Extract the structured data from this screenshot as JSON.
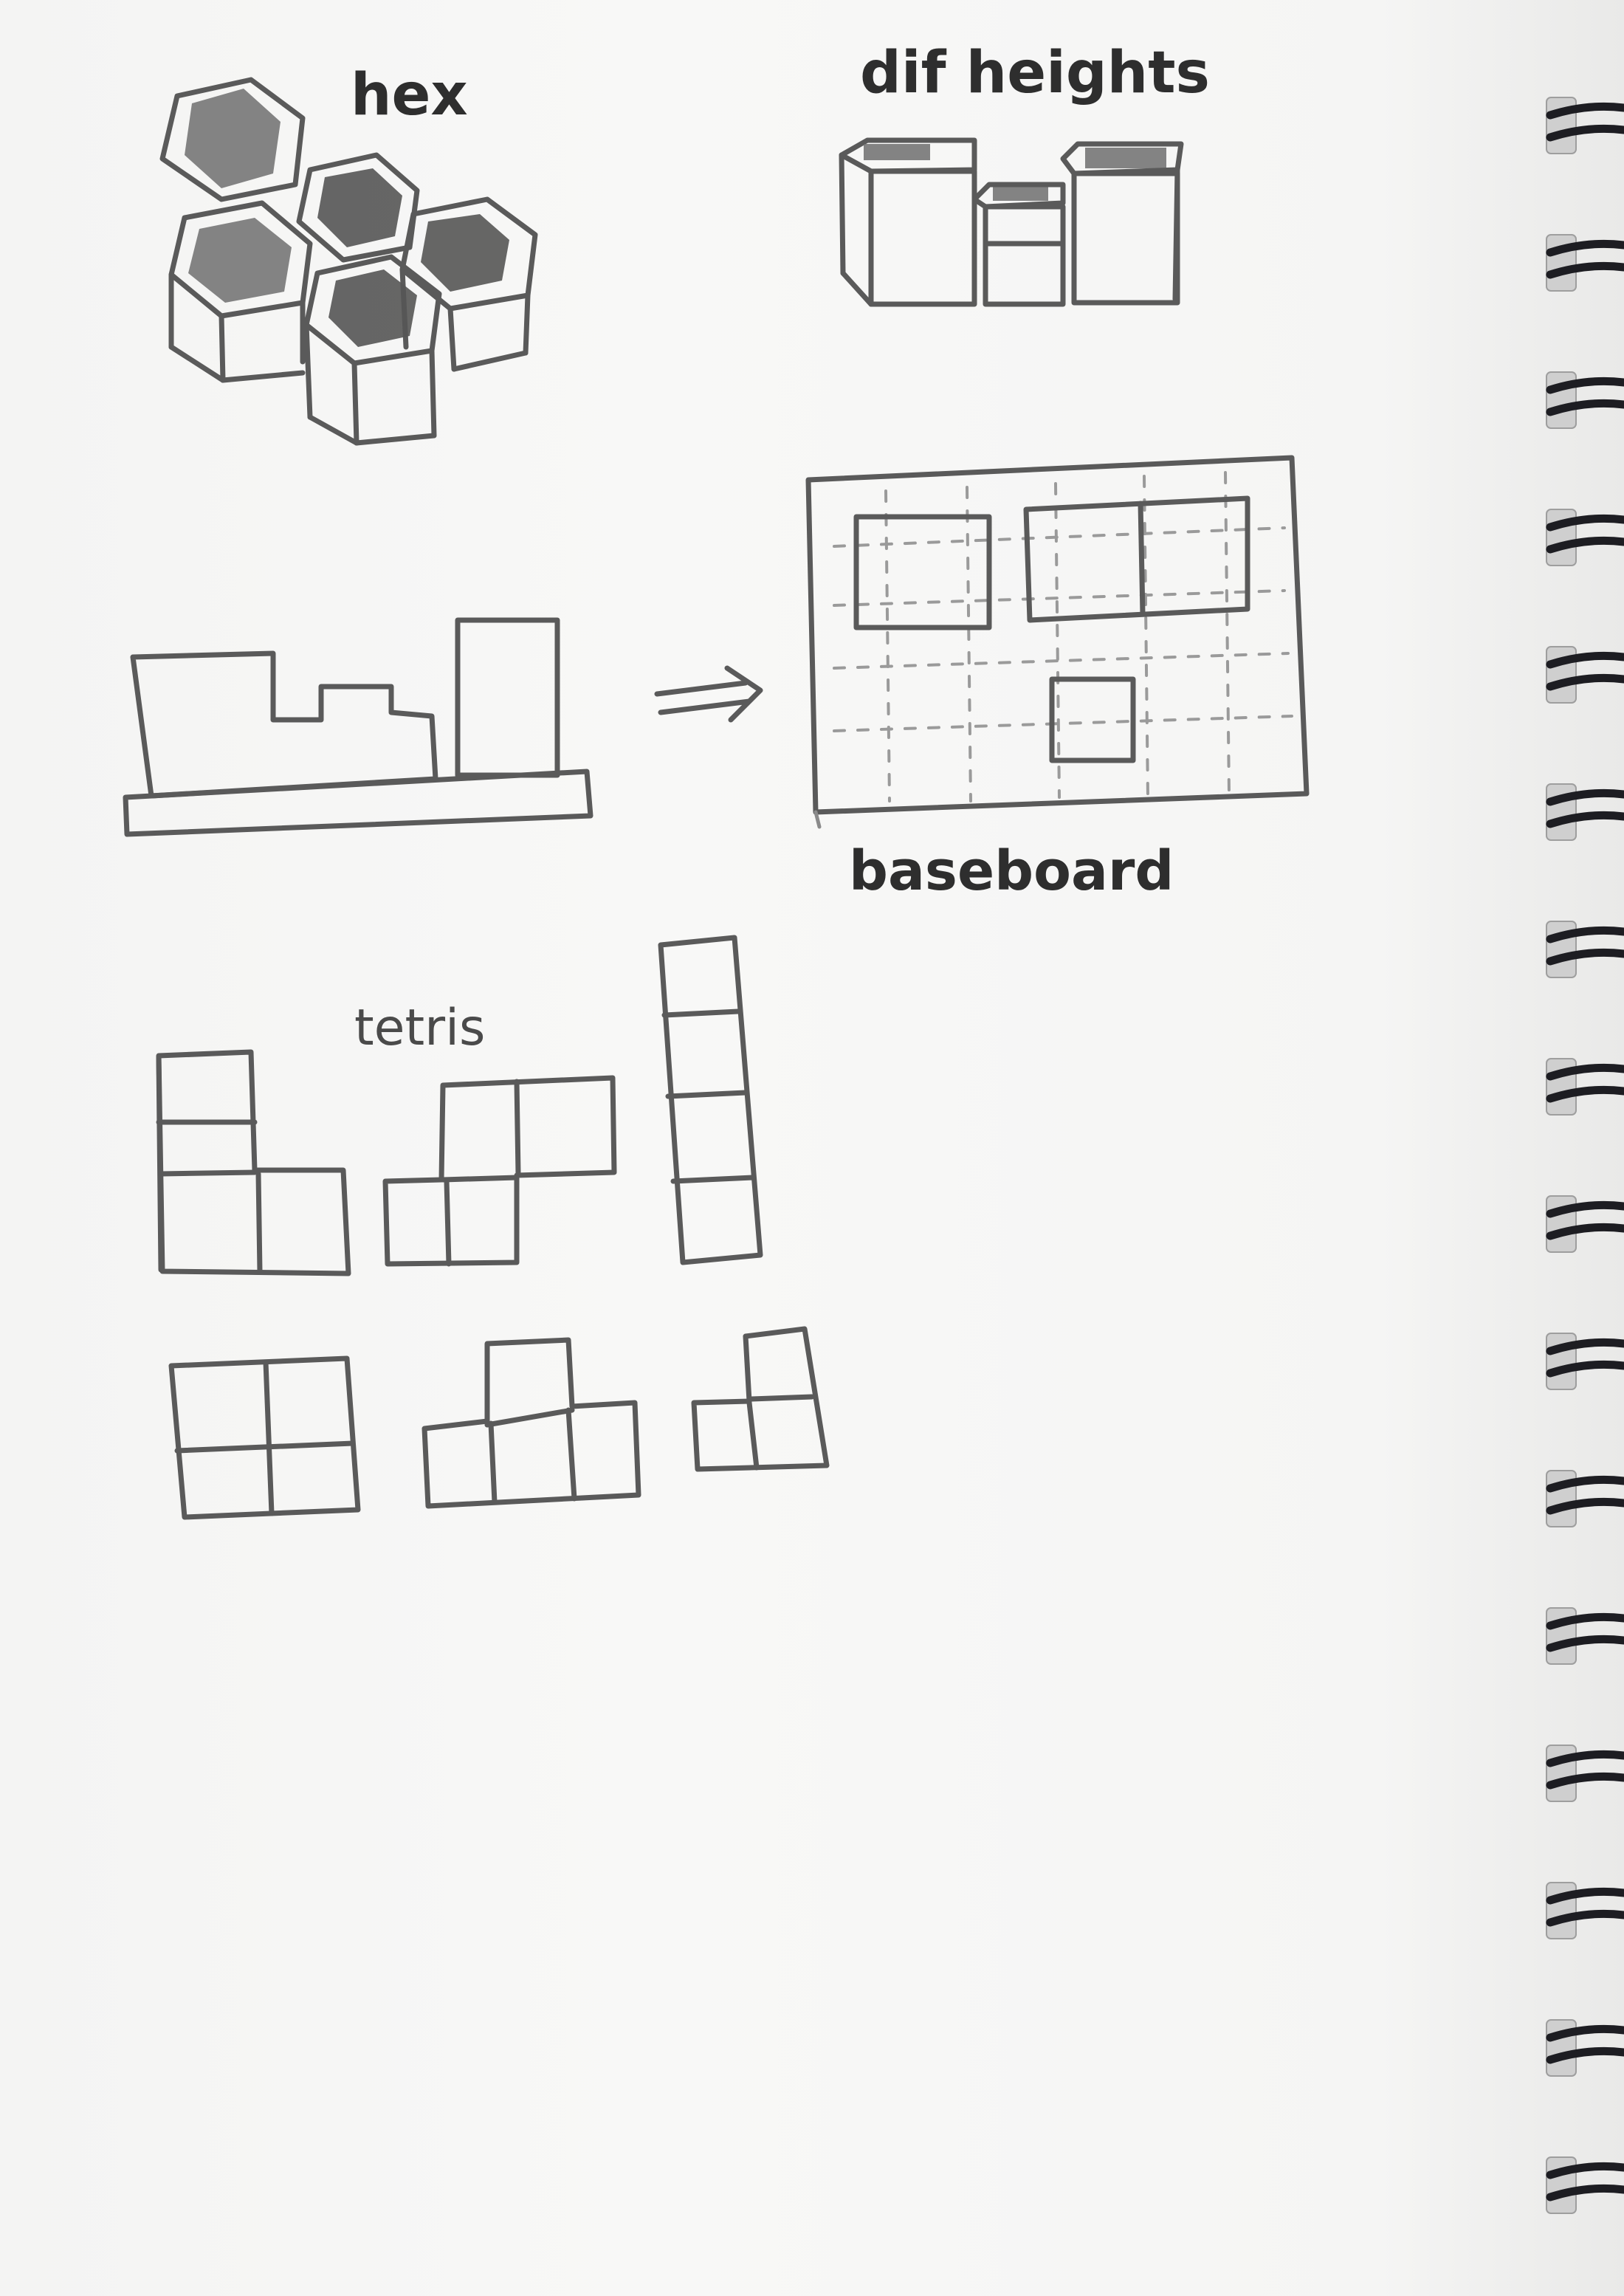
{
  "labels": {
    "hex": "hex",
    "dif_heights": "dif heights",
    "arrow": "⇒",
    "baseboard": "baseboard",
    "tetris": "tetris"
  },
  "binding": {
    "type": "spiral",
    "coil_count": 16
  },
  "colors": {
    "paper": "#f6f6f5",
    "pencil": "#5a5a5a",
    "coil": "#1d1d22"
  }
}
